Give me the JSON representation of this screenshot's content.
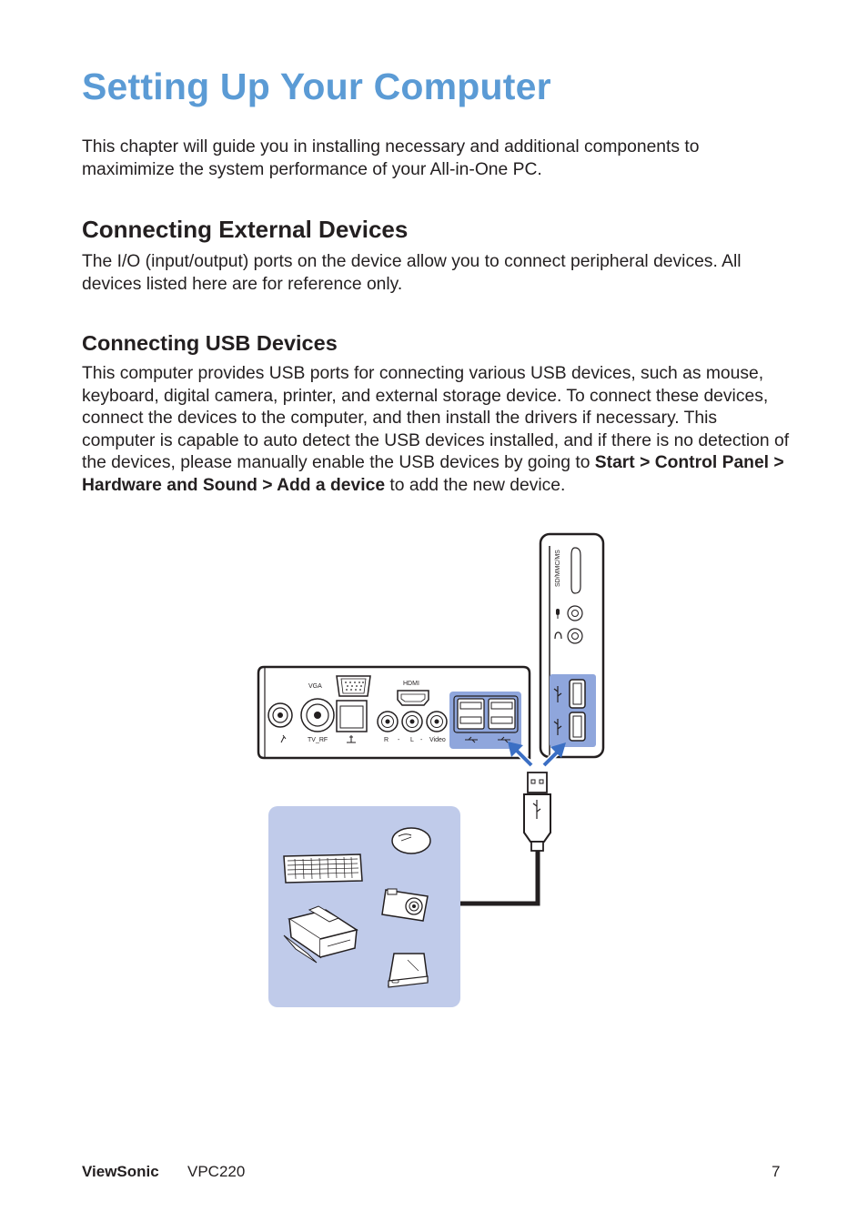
{
  "page": {
    "title": "Setting Up Your Computer",
    "intro": "This chapter will guide you in installing necessary and additional components to maximimize the system performance of your All-in-One PC."
  },
  "section_external": {
    "heading": "Connecting External Devices",
    "body": "The I/O (input/output) ports on the device allow you to connect peripheral devices. All devices listed here are for reference only."
  },
  "section_usb": {
    "heading": "Connecting USB Devices",
    "body_start": "This computer provides USB ports for connecting various USB devices, such as mouse, keyboard, digital camera, printer, and external storage device. To connect these devices, connect the devices to the computer, and then install the drivers if necessary. This computer is capable to auto detect the USB devices installed, and if there is no detection of the devices, please manually enable the USB devices by going to ",
    "body_bold": "Start > Control Panel > Hardware and Sound > Add a device",
    "body_end": " to add the new device."
  },
  "diagram": {
    "labels": {
      "vga": "VGA",
      "hdmi": "HDMI",
      "tv_rf": "TV_RF",
      "r": "R",
      "l": "L",
      "video": "Video",
      "card_slot": "SD/MMC/MS"
    },
    "colors": {
      "highlight": "#8fa6dc",
      "device_panel": "#c0cbea",
      "arrow": "#3b6fc4",
      "outline": "#231f20"
    }
  },
  "footer": {
    "brand": "ViewSonic",
    "model": "VPC220",
    "page_number": "7"
  }
}
